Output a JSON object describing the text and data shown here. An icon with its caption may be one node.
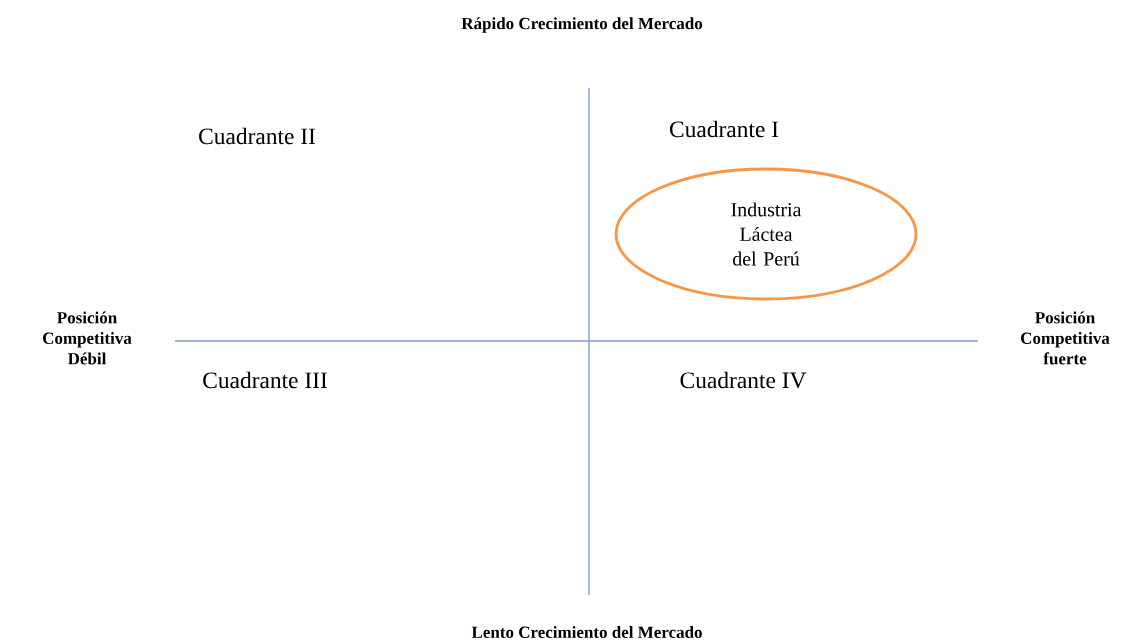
{
  "diagram": {
    "nodes": [
      {
        "text": [
          "Industria Láctea del Perú"
        ]
      }
    ],
    "labels": [
      "Rápido Crecimiento del Mercado",
      "Cuadrante II",
      "Cuadrante I",
      "Posición Competitiva Débil",
      "Posición Competitiva fuerte",
      "Cuadrante III",
      "Cuadrante IV",
      "Lento Crecimiento del Mercado"
    ]
  }
}
